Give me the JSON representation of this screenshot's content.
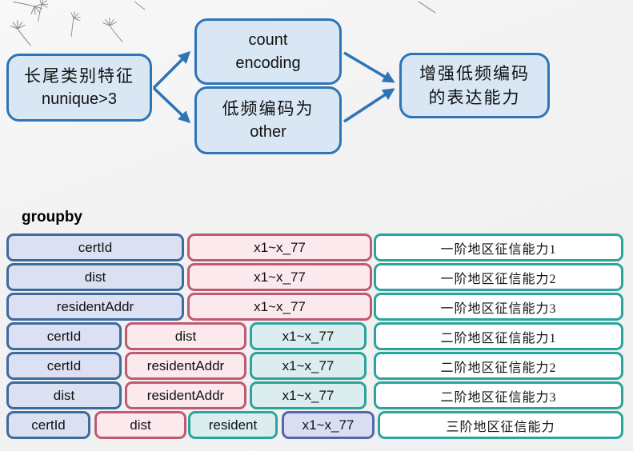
{
  "colors": {
    "background": "#f2f2f3",
    "flow_fill": "#d9e7f5",
    "flow_border": "#2e75b6",
    "arrow": "#2e75b6",
    "purple_fill": "#dce0f3",
    "purple_border": "#3f6a9c",
    "pink_fill": "#fbe9ed",
    "pink_border": "#c05a70",
    "teal_fill": "#dcedef",
    "teal_border": "#2aa59c",
    "white_fill": "#ffffff",
    "blue_fill": "#d9def2",
    "blue_border": "#5667a7",
    "deco_stroke": "#6f6f6f"
  },
  "flowchart": {
    "source": {
      "lines": [
        "长尾类别特征",
        "nunique>3"
      ]
    },
    "branch_top": {
      "lines": [
        "count",
        "encoding"
      ]
    },
    "branch_bottom": {
      "lines": [
        "低频编码为",
        "other"
      ]
    },
    "result": {
      "lines": [
        "增强低频编码",
        "的表达能力"
      ]
    }
  },
  "groupby_label": "groupby",
  "table": {
    "rows": [
      {
        "cells": [
          {
            "text": "certId",
            "kind": "purple"
          },
          {
            "text": "x1~x_77",
            "kind": "pink"
          },
          {
            "text": "一阶地区征信能力1",
            "kind": "white"
          }
        ]
      },
      {
        "cells": [
          {
            "text": "dist",
            "kind": "purple"
          },
          {
            "text": "x1~x_77",
            "kind": "pink"
          },
          {
            "text": "一阶地区征信能力2",
            "kind": "white"
          }
        ]
      },
      {
        "cells": [
          {
            "text": "residentAddr",
            "kind": "purple"
          },
          {
            "text": "x1~x_77",
            "kind": "pink"
          },
          {
            "text": "一阶地区征信能力3",
            "kind": "white"
          }
        ]
      },
      {
        "cells": [
          {
            "text": "certId",
            "kind": "purple"
          },
          {
            "text": "dist",
            "kind": "pink"
          },
          {
            "text": "x1~x_77",
            "kind": "teal"
          },
          {
            "text": "二阶地区征信能力1",
            "kind": "white"
          }
        ]
      },
      {
        "cells": [
          {
            "text": "certId",
            "kind": "purple"
          },
          {
            "text": "residentAddr",
            "kind": "pink"
          },
          {
            "text": "x1~x_77",
            "kind": "teal"
          },
          {
            "text": "二阶地区征信能力2",
            "kind": "white"
          }
        ]
      },
      {
        "cells": [
          {
            "text": "dist",
            "kind": "purple"
          },
          {
            "text": "residentAddr",
            "kind": "pink"
          },
          {
            "text": "x1~x_77",
            "kind": "teal"
          },
          {
            "text": "二阶地区征信能力3",
            "kind": "white"
          }
        ]
      },
      {
        "cells": [
          {
            "text": "certId",
            "kind": "purple"
          },
          {
            "text": "dist",
            "kind": "pink"
          },
          {
            "text": "resident",
            "kind": "teal"
          },
          {
            "text": "x1~x_77",
            "kind": "blue"
          },
          {
            "text": "三阶地区征信能力",
            "kind": "white"
          }
        ]
      }
    ]
  }
}
